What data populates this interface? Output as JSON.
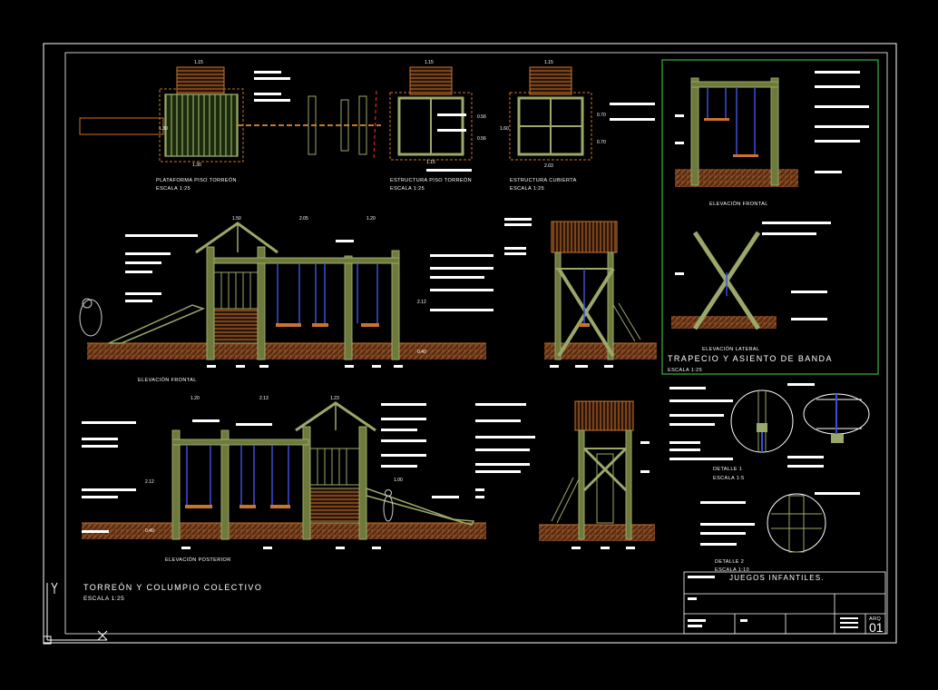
{
  "sheet": {
    "title": "TORREÓN Y COLUMPIO COLECTIVO",
    "scale": "ESCALA 1:25"
  },
  "plans": {
    "plataforma": {
      "title": "PLATAFORMA PISO TORREÓN",
      "scale": "ESCALA 1:25",
      "dim_top": "1.15",
      "dim_bottom": "1.30",
      "dim_side": "1.30"
    },
    "estructura_piso": {
      "title": "ESTRUCTURA PISO TORREÓN",
      "scale": "ESCALA 1:25",
      "dim_top": "1.15",
      "dim_right_a": "0.56",
      "dim_right_b": "0.56",
      "dim_bottom": "1.15"
    },
    "estructura_cubierta": {
      "title": "ESTRUCTURA CUBIERTA",
      "scale": "ESCALA 1:25",
      "dim_top": "1.15",
      "dim_left": "1.60",
      "dim_bottom": "2.03",
      "dim_right_a": "0.70",
      "dim_right_b": "0.70"
    }
  },
  "elevations": {
    "frontal": {
      "title": "ELEVACIÓN FRONTAL",
      "dim_a": "1.50",
      "dim_b": "2.05",
      "dim_c": "1.20",
      "height": "2.12",
      "base": "0.40"
    },
    "posterior": {
      "title": "ELEVACIÓN POSTERIOR",
      "dim_a": "1.20",
      "dim_b": "2.13",
      "dim_c": "1.23",
      "height": "2.12",
      "base": "0.40",
      "fig_h": "1.00"
    }
  },
  "trapecio": {
    "title": "TRAPECIO Y ASIENTO DE BANDA",
    "scale": "ESCALA 1:25",
    "front_label": "ELEVACIÓN FRONTAL",
    "side_label": "ELEVACIÓN LATERAL"
  },
  "details": {
    "d1": {
      "title": "DETALLE 1",
      "scale": "ESCALA 1:5"
    },
    "d2": {
      "title": "DETALLE 2",
      "scale": "ESCALA 1:10"
    }
  },
  "title_block": {
    "project": "JUEGOS INFANTILES.",
    "sheet_code": "ARQ",
    "sheet_number": "01"
  },
  "colors": {
    "background": "#000000",
    "timber": "#9aa86a",
    "timber_dark": "#6e7a3c",
    "chain": "#3a4fd8",
    "ground": "#8a4a22",
    "roof": "#c9742e",
    "frame": "#ffffff",
    "panel_border": "#3cb043",
    "dim": "#e0e0e0"
  }
}
